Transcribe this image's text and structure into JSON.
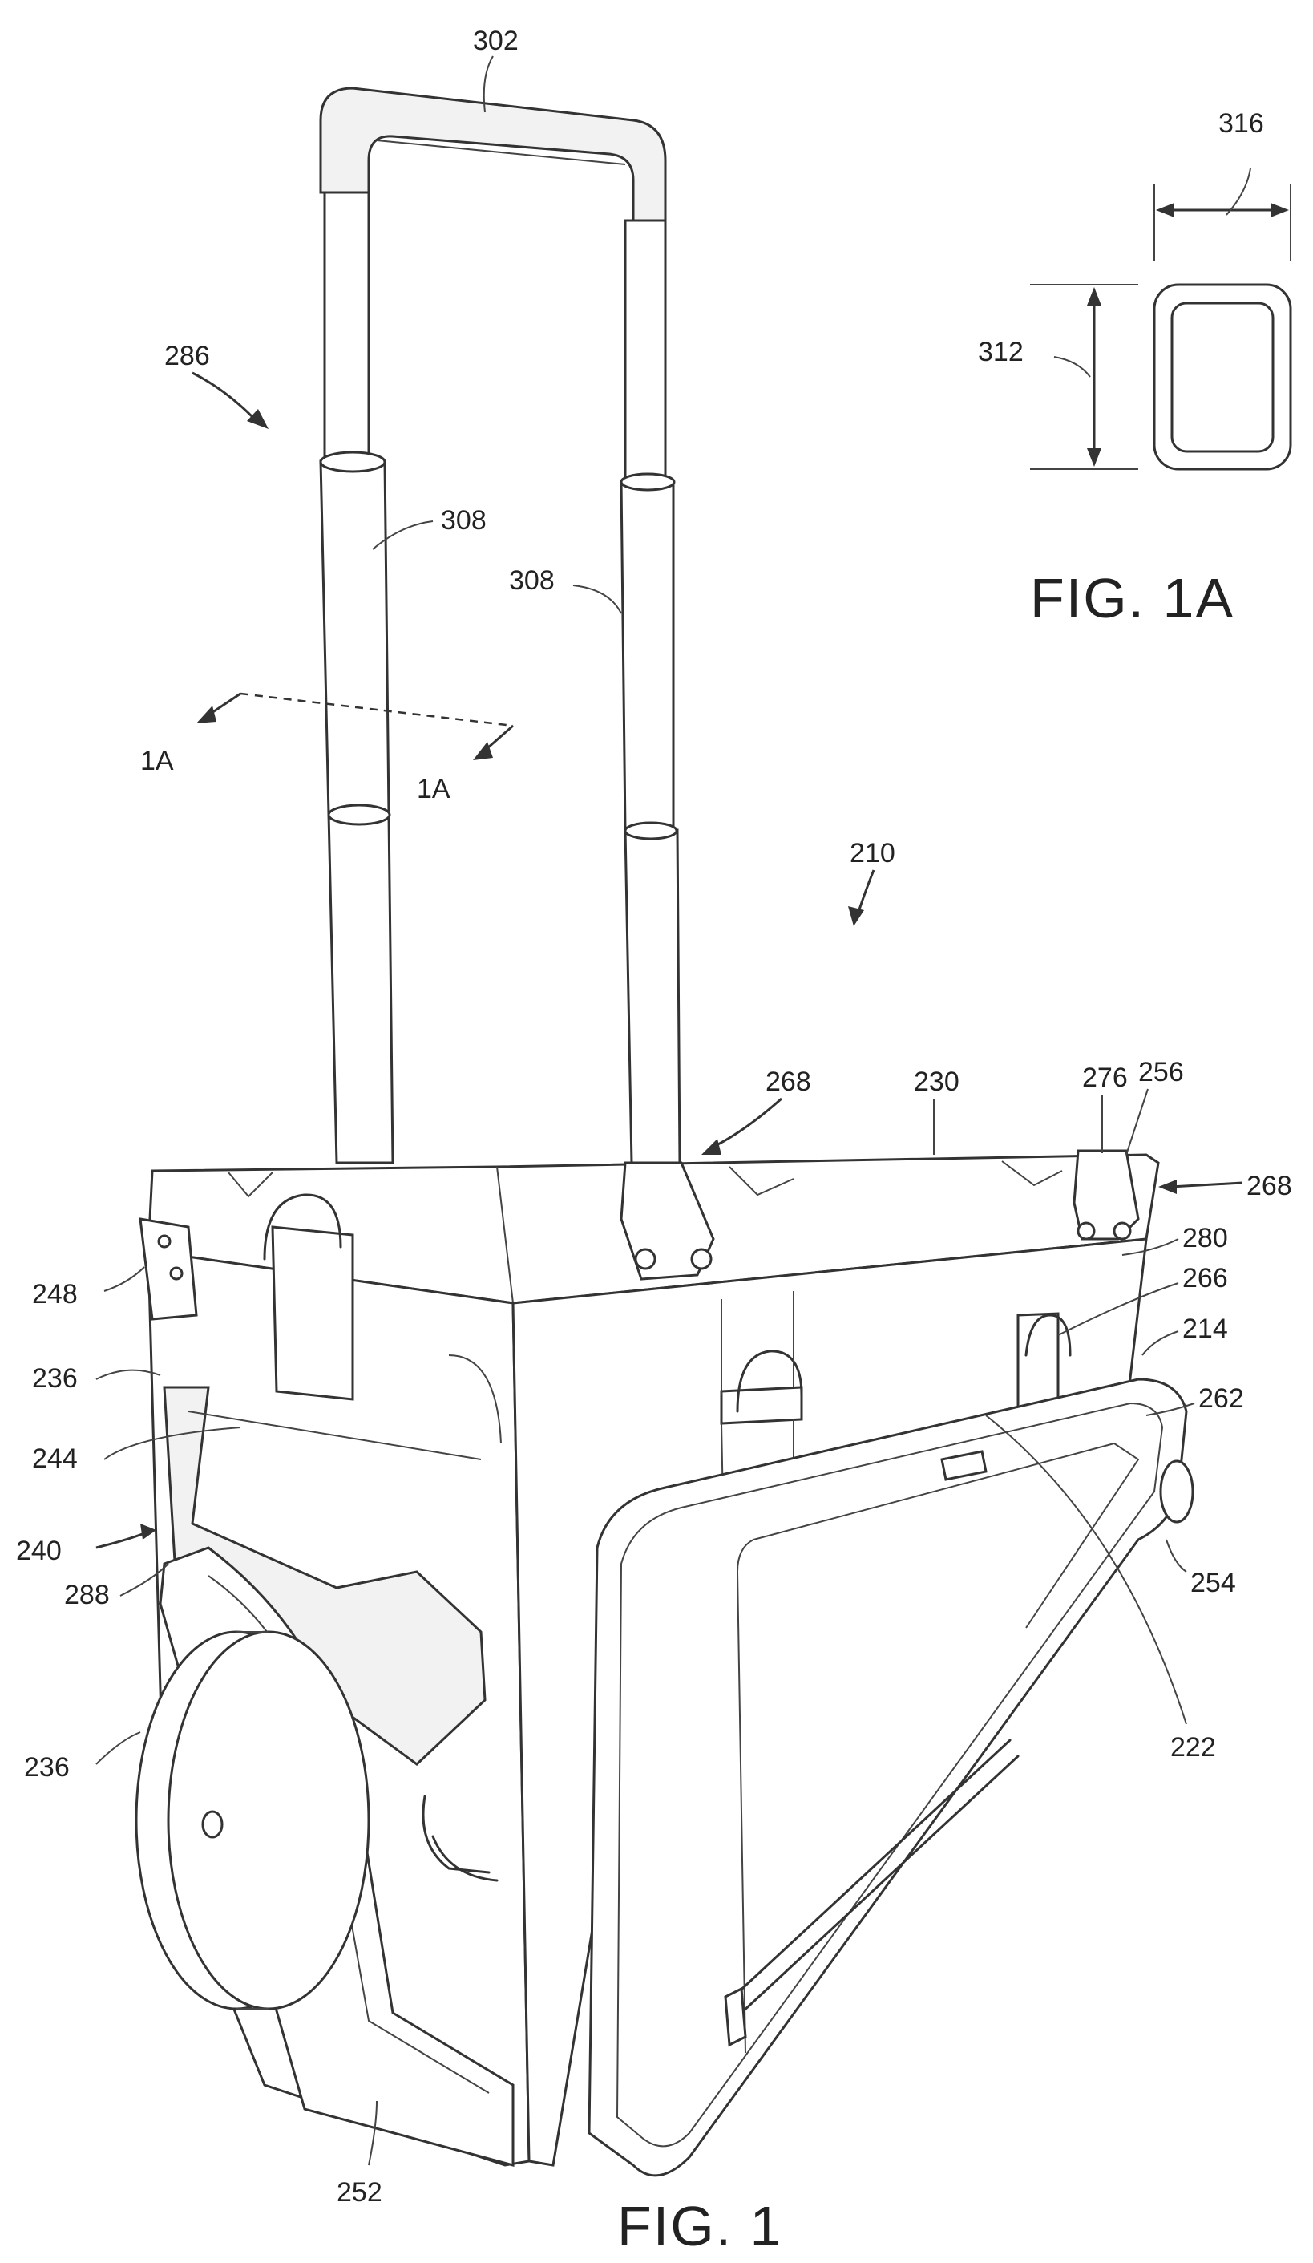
{
  "figures": [
    {
      "id": "fig1",
      "caption": "FIG. 1"
    },
    {
      "id": "fig1a",
      "caption": "FIG. 1A"
    }
  ],
  "reference_numerals": {
    "r302": "302",
    "r286": "286",
    "r308a": "308",
    "r308b": "308",
    "r1a_left": "1A",
    "r1a_right": "1A",
    "r210": "210",
    "r268a": "268",
    "r268b": "268",
    "r230": "230",
    "r276": "276",
    "r256": "256",
    "r280": "280",
    "r266": "266",
    "r214": "214",
    "r262": "262",
    "r248": "248",
    "r236a": "236",
    "r244": "244",
    "r240": "240",
    "r288": "288",
    "r254": "254",
    "r236b": "236",
    "r222": "222",
    "r252": "252",
    "r316": "316",
    "r312": "312"
  }
}
